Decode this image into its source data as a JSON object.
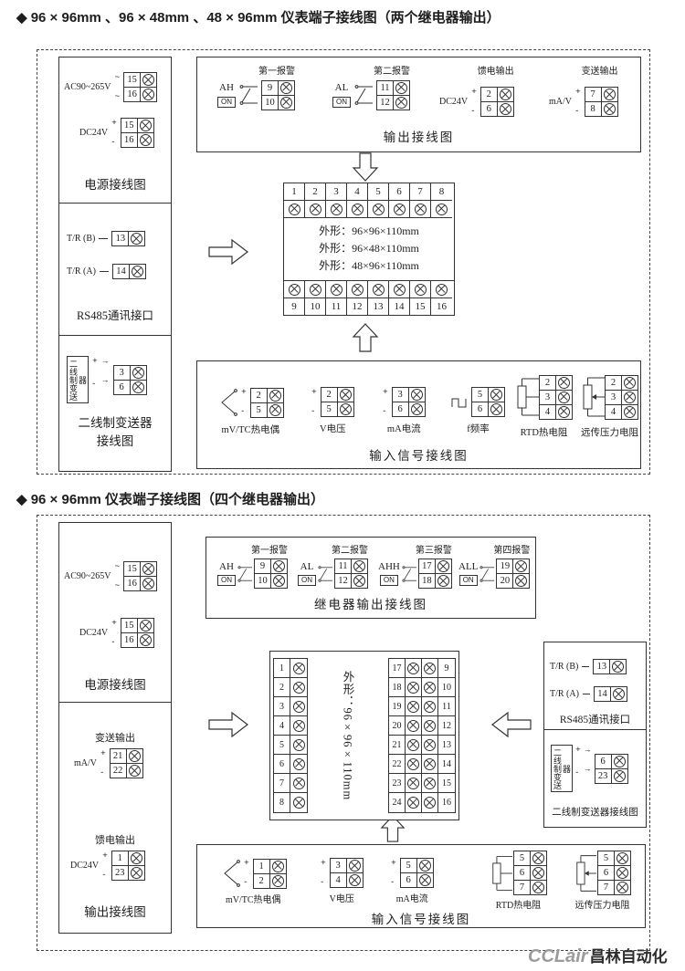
{
  "page": {
    "title_top": "◆ 96 × 96mm 、96 × 48mm 、48 × 96mm 仪表端子接线图（两个继电器输出）",
    "title_bottom": "◆ 96 × 96mm 仪表端子接线图（四个继电器输出）",
    "watermark_latin": "CCLair",
    "watermark_cjk": "昌林自动化"
  },
  "sym": {
    "plus": "+",
    "minus": "-",
    "ac": "~",
    "arrow": "→"
  },
  "s1": {
    "power": {
      "ac_label": "AC90~265V",
      "ac_t1": "15",
      "ac_t2": "16",
      "dc_label": "DC24V",
      "dc_t1": "15",
      "dc_t2": "16",
      "caption": "电源接线图"
    },
    "rs485": {
      "b_label": "T/R (B)",
      "b_term": "13",
      "a_label": "T/R (A)",
      "a_term": "14",
      "caption": "RS485通讯接口"
    },
    "twowire": {
      "device": "二线制变送器",
      "t1": "3",
      "t2": "6",
      "caption1": "二线制变送器",
      "caption2": "接线图"
    },
    "output": {
      "caption": "输出接线图",
      "g1": {
        "tag": "第一报警",
        "name": "AH",
        "sw": "ON",
        "t1": "9",
        "t2": "10"
      },
      "g2": {
        "tag": "第二报警",
        "name": "AL",
        "sw": "ON",
        "t1": "11",
        "t2": "12"
      },
      "g3": {
        "tag": "馈电输出",
        "name": "DC24V",
        "t1": "2",
        "t2": "6"
      },
      "g4": {
        "tag": "变送输出",
        "name": "mA/V",
        "t1": "7",
        "t2": "8"
      }
    },
    "block": {
      "top": [
        "1",
        "2",
        "3",
        "4",
        "5",
        "6",
        "7",
        "8"
      ],
      "bottom": [
        "9",
        "10",
        "11",
        "12",
        "13",
        "14",
        "15",
        "16"
      ],
      "dim1": "外形：96×96×110mm",
      "dim2": "外形：96×48×110mm",
      "dim3": "外形：48×96×110mm"
    },
    "input": {
      "caption": "输入信号接线图",
      "g1": {
        "label": "mV/TC热电偶",
        "t1": "2",
        "t2": "5"
      },
      "g2": {
        "label": "V电压",
        "t1": "2",
        "t2": "5"
      },
      "g3": {
        "label": "mA电流",
        "t1": "3",
        "t2": "6"
      },
      "g4": {
        "label": "f频率",
        "t1": "5",
        "t2": "6"
      },
      "g5": {
        "label": "RTD热电阻",
        "t1": "2",
        "t2": "3",
        "t3": "4"
      },
      "g6": {
        "label": "远传压力电阻",
        "t1": "2",
        "t2": "3",
        "t3": "4"
      }
    }
  },
  "s2": {
    "power": {
      "ac_label": "AC90~265V",
      "ac_t1": "15",
      "ac_t2": "16",
      "dc_label": "DC24V",
      "dc_t1": "15",
      "dc_t2": "16",
      "caption": "电源接线图"
    },
    "out_left": {
      "caption": "输出接线图",
      "g1": {
        "tag": "变送输出",
        "name": "mA/V",
        "t1": "21",
        "t2": "22"
      },
      "g2": {
        "tag": "馈电输出",
        "name": "DC24V",
        "t1": "1",
        "t2": "23"
      }
    },
    "relay": {
      "caption": "继电器输出接线图",
      "g1": {
        "tag": "第一报警",
        "name": "AH",
        "sw": "ON",
        "t1": "9",
        "t2": "10"
      },
      "g2": {
        "tag": "第二报警",
        "name": "AL",
        "sw": "ON",
        "t1": "11",
        "t2": "12"
      },
      "g3": {
        "tag": "第三报警",
        "name": "AHH",
        "sw": "ON",
        "t1": "17",
        "t2": "18"
      },
      "g4": {
        "tag": "第四报警",
        "name": "ALL",
        "sw": "ON",
        "t1": "19",
        "t2": "20"
      }
    },
    "block": {
      "left": [
        "1",
        "2",
        "3",
        "4",
        "5",
        "6",
        "7",
        "8"
      ],
      "mid": [
        "17",
        "18",
        "19",
        "20",
        "21",
        "22",
        "23",
        "24"
      ],
      "right": [
        "9",
        "10",
        "11",
        "12",
        "13",
        "14",
        "15",
        "16"
      ],
      "dim": "外形：96×96×110mm"
    },
    "rs485": {
      "b_label": "T/R (B)",
      "b_term": "13",
      "a_label": "T/R (A)",
      "a_term": "14",
      "caption": "RS485通讯接口"
    },
    "twowire": {
      "device": "二线制变送器",
      "t1": "6",
      "t2": "23",
      "caption": "二线制变送器接线图"
    },
    "input": {
      "caption": "输入信号接线图",
      "g1": {
        "label": "mV/TC热电偶",
        "t1": "1",
        "t2": "2"
      },
      "g2": {
        "label": "V电压",
        "t1": "3",
        "t2": "4"
      },
      "g3": {
        "label": "mA电流",
        "t1": "5",
        "t2": "6"
      },
      "g4": {
        "label": "RTD热电阻",
        "t1": "5",
        "t2": "6",
        "t3": "7"
      },
      "g5": {
        "label": "远传压力电阻",
        "t1": "5",
        "t2": "6",
        "t3": "7"
      }
    }
  }
}
